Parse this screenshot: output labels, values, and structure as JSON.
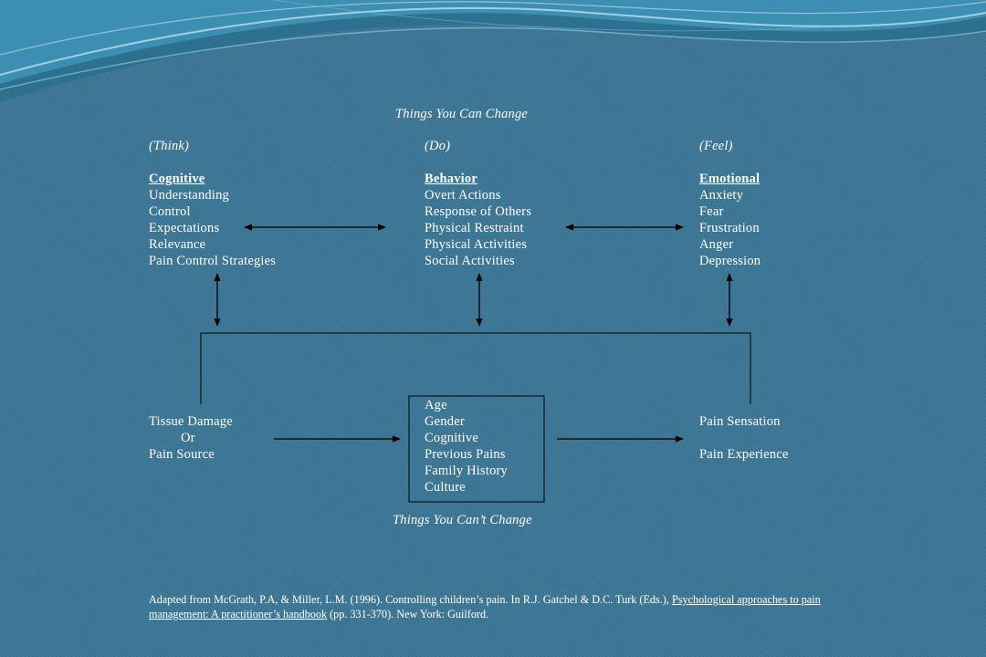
{
  "diagram": {
    "top_title": "Things You Can Change",
    "bottom_title": "Things You Can’t Change",
    "columns": [
      {
        "tag": "(Think)",
        "heading": "Cognitive",
        "items": [
          "Understanding",
          "Control",
          "Expectations",
          "Relevance",
          "Pain Control Strategies"
        ]
      },
      {
        "tag": "(Do)",
        "heading": "Behavior",
        "items": [
          "Overt Actions",
          "Response of Others",
          "Physical Restraint",
          "Physical Activities",
          "Social Activities"
        ]
      },
      {
        "tag": "(Feel)",
        "heading": "Emotional",
        "items": [
          "Anxiety",
          "Fear",
          "Frustration",
          "Anger",
          "Depression"
        ]
      }
    ],
    "source": {
      "line1": "Tissue Damage",
      "line2": "Or",
      "line3": "Pain Source"
    },
    "factors_box": [
      "Age",
      "Gender",
      "Cognitive",
      "Previous Pains",
      "Family History",
      "Culture"
    ],
    "outcome": {
      "line1": "Pain Sensation",
      "line2": "Pain Experience"
    }
  },
  "citation": {
    "prefix": "Adapted from McGrath, P.A, & Miller, L.M. (1996). Controlling children’s pain. In R.J. Gatchel & D.C. Turk (Eds.), ",
    "book_title": "Psychological approaches to pain management: A practitioner’s handbook",
    "suffix": " (pp. 331-370). New York: Guilford."
  },
  "colors": {
    "background": "#3d7796",
    "text": "#ffffff",
    "lines": "#000000"
  }
}
